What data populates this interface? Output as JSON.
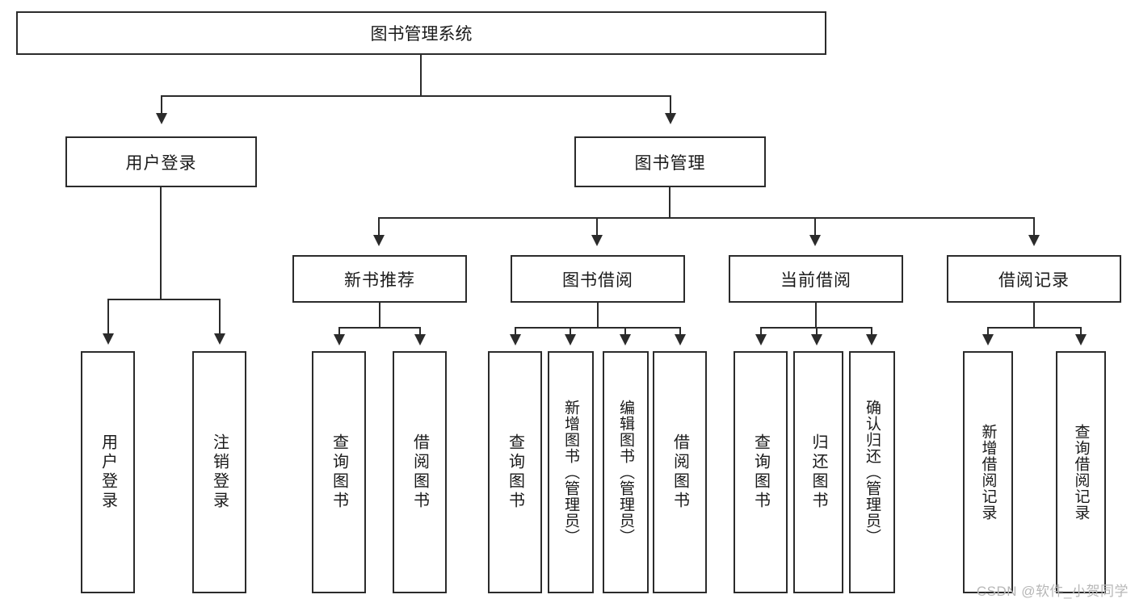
{
  "diagram": {
    "type": "tree-hierarchy",
    "title": "图书管理系统",
    "watermark": "CSDN @软件_小贺同学",
    "colors": {
      "box_border": "#2b2b2b",
      "box_fill": "#ffffff",
      "connector": "#2b2b2b",
      "text": "#1a1a1a",
      "watermark": "#b7b7b7",
      "background": "#ffffff"
    }
  },
  "nodes": {
    "root": {
      "label": "图书管理系统"
    },
    "level1": [
      {
        "id": "user-login",
        "label": "用户登录"
      },
      {
        "id": "book-management",
        "label": "图书管理"
      }
    ],
    "level2": [
      {
        "id": "new-book-recommend",
        "label": "新书推荐"
      },
      {
        "id": "book-borrow",
        "label": "图书借阅"
      },
      {
        "id": "current-borrow",
        "label": "当前借阅"
      },
      {
        "id": "borrow-record",
        "label": "借阅记录"
      }
    ],
    "leaves": {
      "user_login": [
        {
          "id": "leaf-user-login",
          "label": "用户登录"
        },
        {
          "id": "leaf-user-logout",
          "label": "注销登录"
        }
      ],
      "new_book_recommend": [
        {
          "id": "leaf-query-book-1",
          "label": "查询图书"
        },
        {
          "id": "leaf-borrow-book-1",
          "label": "借阅图书"
        }
      ],
      "book_borrow": [
        {
          "id": "leaf-query-book-2",
          "label": "查询图书"
        },
        {
          "id": "leaf-add-book",
          "label": "新增图书（管理员）"
        },
        {
          "id": "leaf-edit-book",
          "label": "编辑图书（管理员）"
        },
        {
          "id": "leaf-borrow-book-2",
          "label": "借阅图书"
        }
      ],
      "current_borrow": [
        {
          "id": "leaf-query-book-3",
          "label": "查询图书"
        },
        {
          "id": "leaf-return-book",
          "label": "归还图书"
        },
        {
          "id": "leaf-confirm-return",
          "label": "确认归还（管理员）"
        }
      ],
      "borrow_record": [
        {
          "id": "leaf-add-record",
          "label": "新增借阅记录"
        },
        {
          "id": "leaf-query-record",
          "label": "查询借阅记录"
        }
      ]
    }
  }
}
